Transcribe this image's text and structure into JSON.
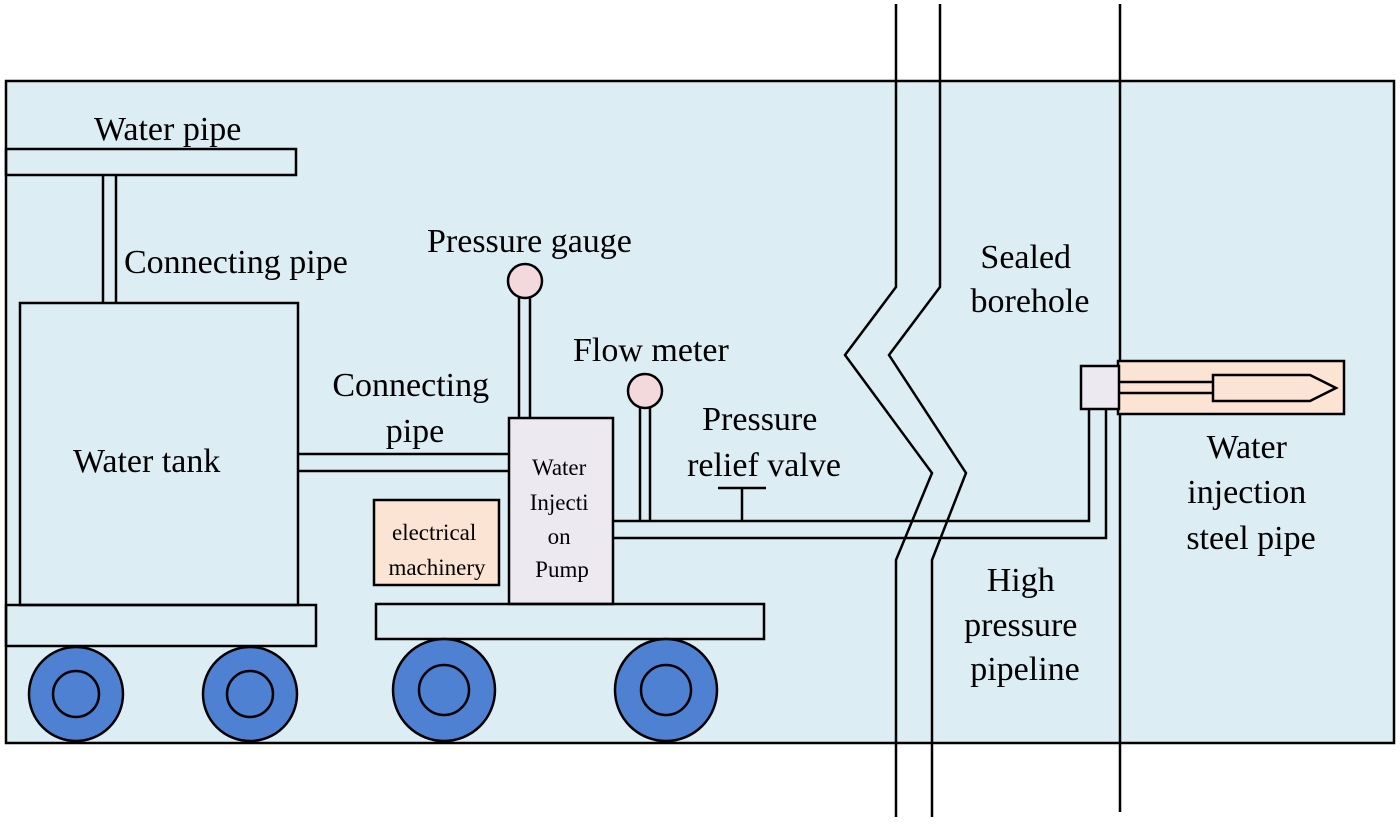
{
  "colors": {
    "background_panel": "#dcedf3",
    "stroke": "#000000",
    "wheel_fill": "#4f81d3",
    "gauge_fill": "#f4d9dc",
    "pump_fill": "#ece9f1",
    "motor_fill": "#fbe4d3",
    "steel_pipe_fill": "#fbe4d3",
    "pipe_end_fill": "#ece9f1"
  },
  "labels": {
    "water_pipe": "Water pipe",
    "connecting_pipe_top": "Connecting pipe",
    "water_tank": "Water tank",
    "connecting_pipe_mid": [
      "Connecting",
      "pipe"
    ],
    "pressure_gauge": "Pressure gauge",
    "flow_meter": "Flow meter",
    "pressure_relief_valve": [
      "Pressure",
      "relief valve"
    ],
    "pump": [
      "Water",
      "Injecti",
      "on",
      "Pump"
    ],
    "electrical_machinery": [
      "electrical",
      "machinery"
    ],
    "sealed_borehole": [
      "Sealed",
      "borehole"
    ],
    "water_injection_steel_pipe": [
      "Water",
      "injection",
      "steel pipe"
    ],
    "high_pressure_pipeline": [
      "High",
      "pressure",
      "pipeline"
    ]
  },
  "icons": {
    "wheel": "wheel-icon",
    "gauge": "gauge-dial-icon",
    "valve": "valve-t-icon",
    "drill_tip": "pipe-tip-icon"
  }
}
